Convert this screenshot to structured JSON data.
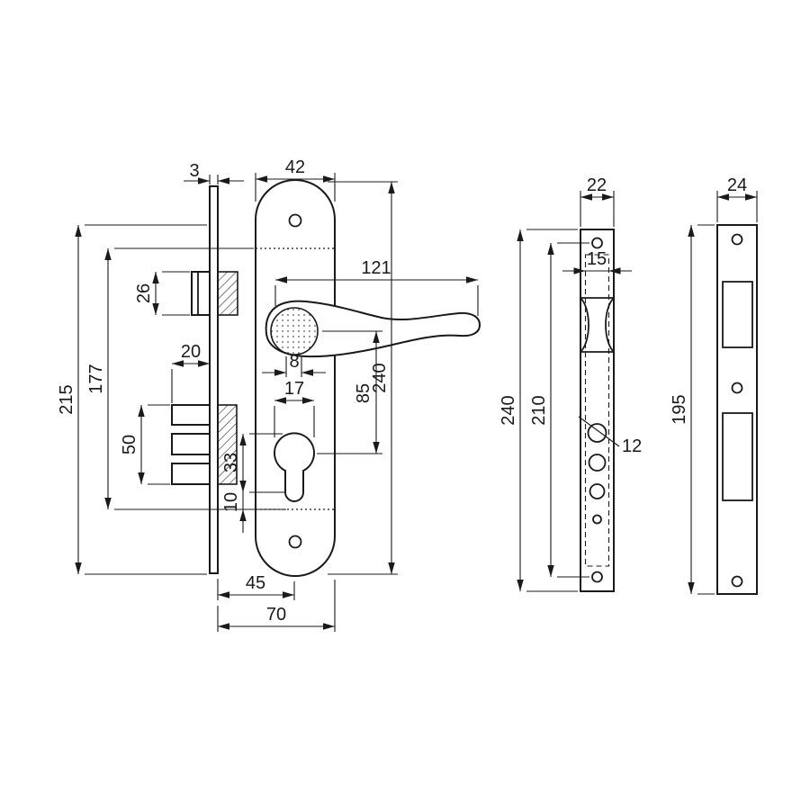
{
  "page": {
    "background": "#ffffff",
    "line_color": "#1a1a1a"
  },
  "views": {
    "front_assembly": {
      "dims": {
        "faceplate_thickness": "3",
        "escutcheon_width": "42",
        "handle_length": "121",
        "latch_height": "26",
        "overall_215": "215",
        "overall_177": "177",
        "deadbolt_throw": "20",
        "deadbolt_height": "50",
        "spindle_size": "8",
        "cylinder_width": "17",
        "cylinder_height": "33",
        "cylinder_offset": "10",
        "handle_to_cylinder": "85",
        "escutcheon_height": "240",
        "backset": "45",
        "body_depth": "70"
      }
    },
    "faceplate_front": {
      "dims": {
        "width": "22",
        "inner_width": "15",
        "height": "240",
        "screw_spacing": "210",
        "hole_diameter": "12"
      }
    },
    "strike_plate": {
      "dims": {
        "width": "24",
        "height": "195"
      }
    }
  }
}
